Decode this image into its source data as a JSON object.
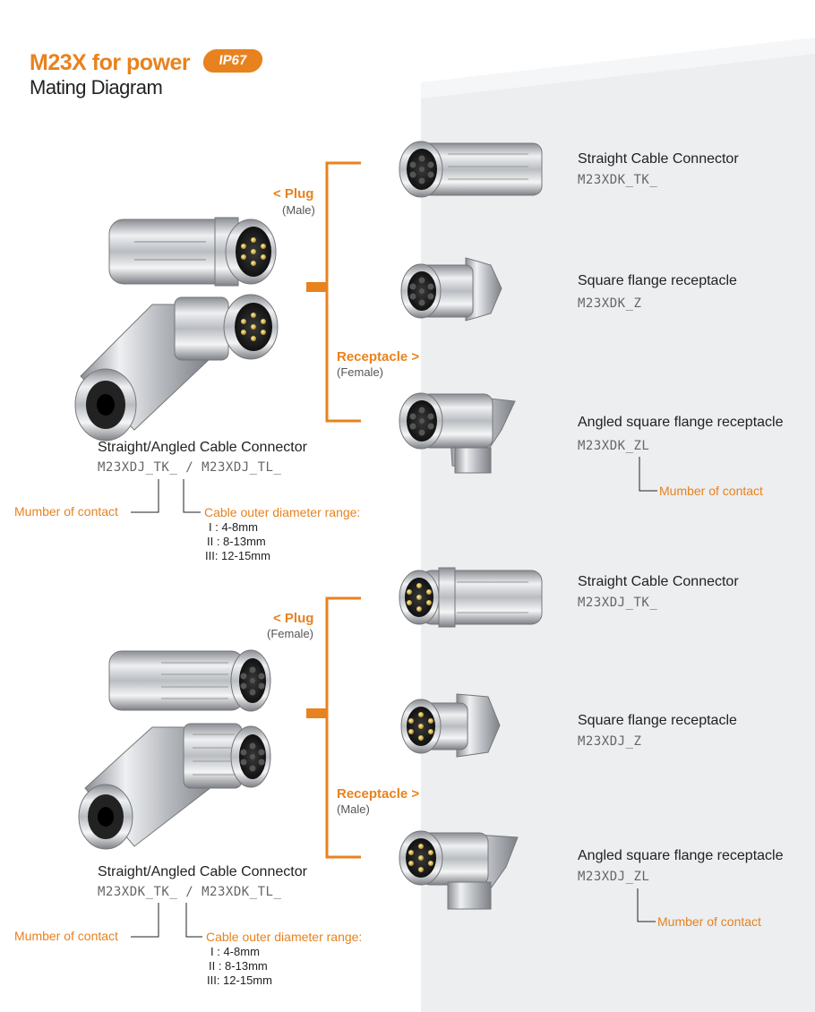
{
  "header": {
    "title": "M23X for power",
    "badge": "IP67",
    "subtitle": "Mating Diagram"
  },
  "colors": {
    "accent": "#e8821e",
    "panel": "#eceef0",
    "text": "#222222",
    "code": "#666666"
  },
  "section1": {
    "plug_label": "< Plug",
    "plug_sub": "(Male)",
    "receptacle_label": "Receptacle >",
    "receptacle_sub": "(Female)",
    "left_name": "Straight/Angled Cable Connector",
    "left_code_a": "M23XDJ_TK_",
    "left_code_sep": "/",
    "left_code_b": "M23XDJ_TL_",
    "contact_note": "Mumber of contact",
    "cable_note": "Cable outer diameter range:",
    "ranges": [
      "I : 4-8mm",
      "II : 8-13mm",
      "III: 12-15mm"
    ],
    "products": [
      {
        "name": "Straight Cable Connector",
        "code": "M23XDK_TK_",
        "icon": "straight-female-connector-icon"
      },
      {
        "name": "Square flange receptacle",
        "code": "M23XDK_Z",
        "icon": "square-flange-female-icon"
      },
      {
        "name": "Angled square flange receptacle",
        "code": "M23XDK_ZL",
        "icon": "angled-flange-female-icon"
      }
    ],
    "right_note": "Mumber of contact"
  },
  "section2": {
    "plug_label": "< Plug",
    "plug_sub": "(Female)",
    "receptacle_label": "Receptacle >",
    "receptacle_sub": "(Male)",
    "left_name": "Straight/Angled Cable Connector",
    "left_code_a": "M23XDK_TK_",
    "left_code_sep": "/",
    "left_code_b": "M23XDK_TL_",
    "contact_note": "Mumber of contact",
    "cable_note": "Cable outer diameter range:",
    "ranges": [
      "I : 4-8mm",
      "II : 8-13mm",
      "III: 12-15mm"
    ],
    "products": [
      {
        "name": "Straight Cable Connector",
        "code": "M23XDJ_TK_",
        "icon": "straight-male-connector-icon"
      },
      {
        "name": "Square flange receptacle",
        "code": "M23XDJ_Z",
        "icon": "square-flange-male-icon"
      },
      {
        "name": "Angled square flange receptacle",
        "code": "M23XDJ_ZL",
        "icon": "angled-flange-male-icon"
      }
    ],
    "right_note": "Mumber of contact"
  }
}
